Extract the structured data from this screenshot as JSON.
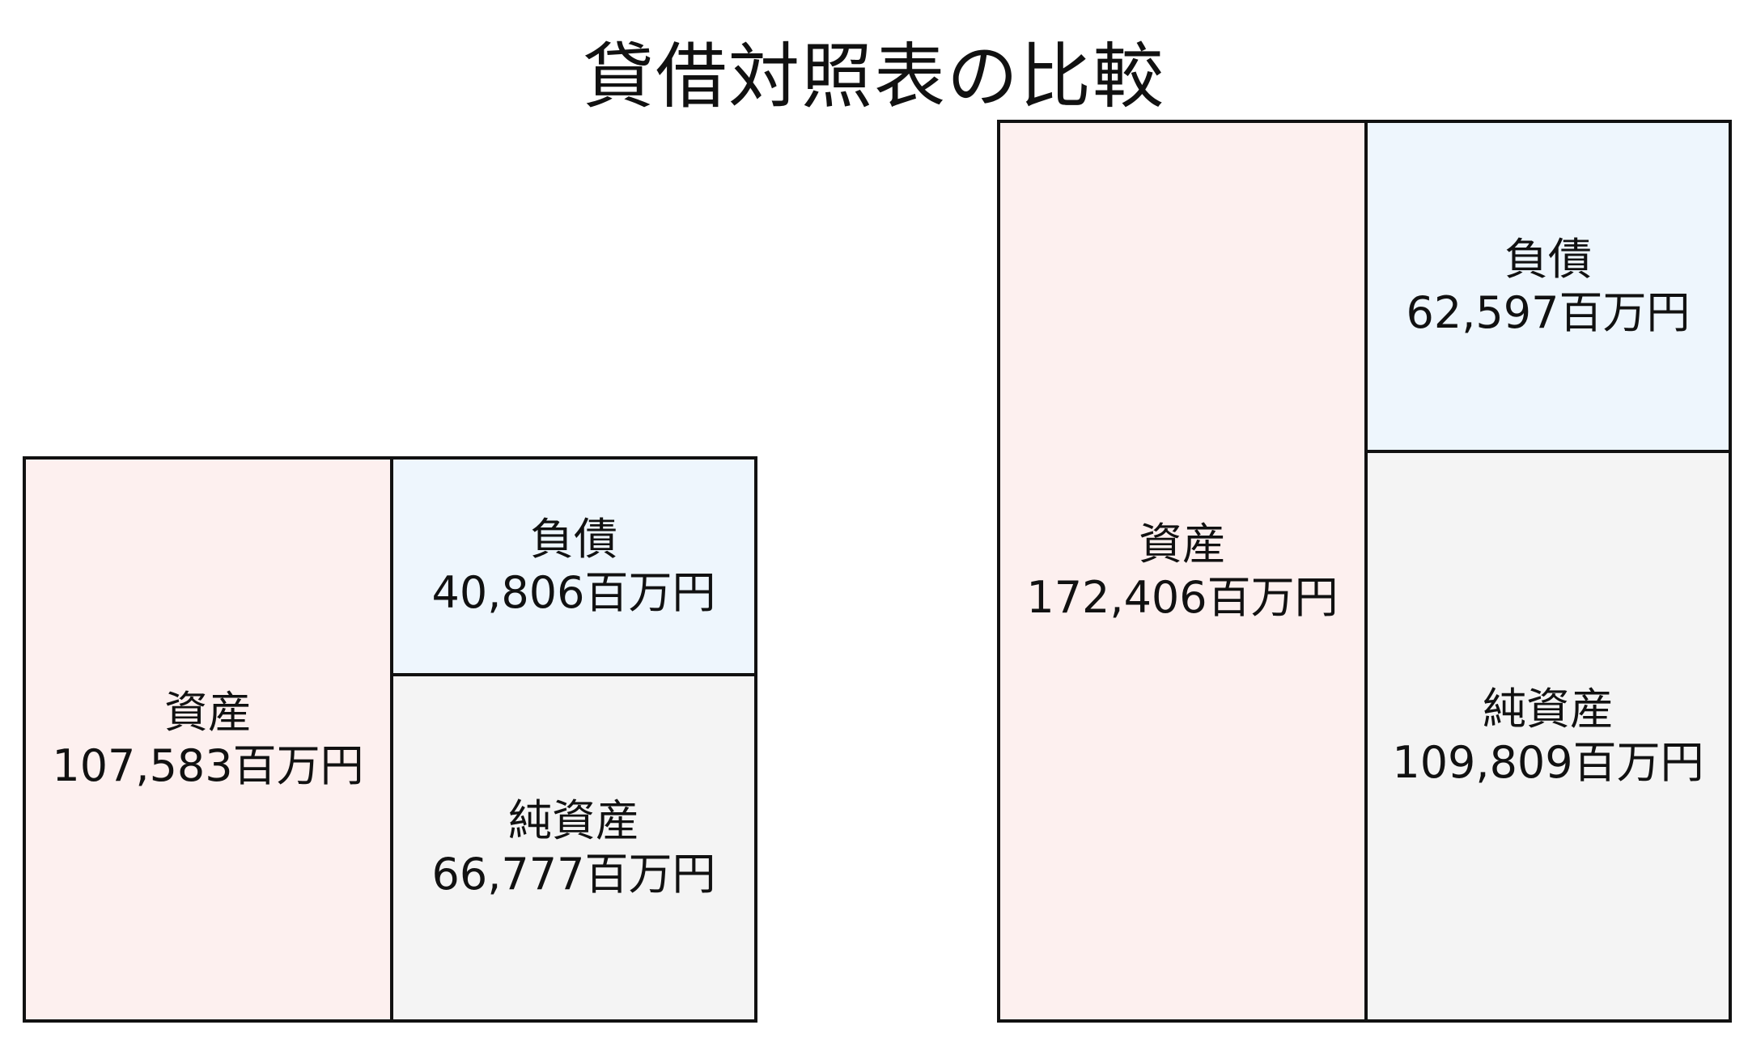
{
  "title": "貸借対照表の比較",
  "colors": {
    "assets": "#fdf0ef",
    "liabilities": "#eef6fd",
    "net_assets": "#f4f4f4",
    "border": "#111111"
  },
  "sheets": [
    {
      "assets": {
        "label": "資産",
        "value": "107,583百万円"
      },
      "liabilities": {
        "label": "負債",
        "value": "40,806百万円"
      },
      "net_assets": {
        "label": "純資産",
        "value": "66,777百万円"
      }
    },
    {
      "assets": {
        "label": "資産",
        "value": "172,406百万円"
      },
      "liabilities": {
        "label": "負債",
        "value": "62,597百万円"
      },
      "net_assets": {
        "label": "純資産",
        "value": "109,809百万円"
      }
    }
  ]
}
